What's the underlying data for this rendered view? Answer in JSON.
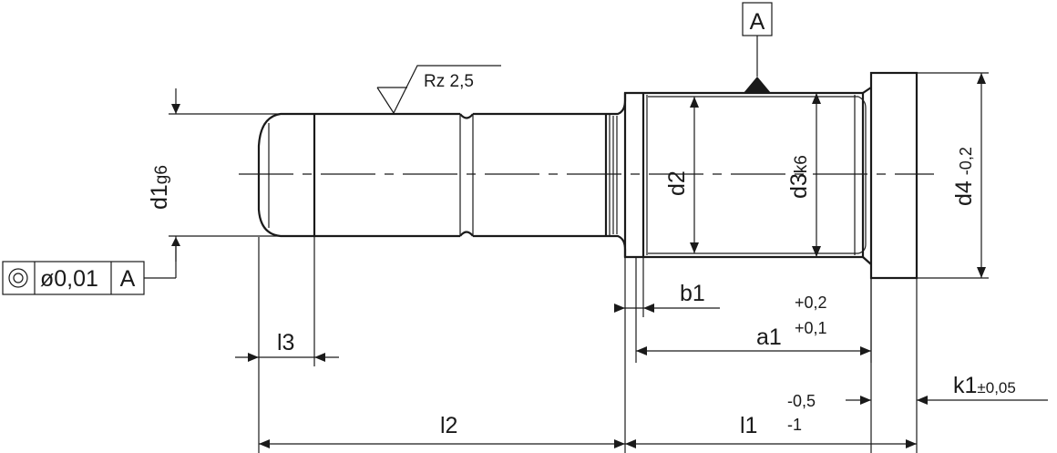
{
  "datum": {
    "label": "A"
  },
  "surface_finish": {
    "label": "Rz 2,5"
  },
  "tolerance_frame": {
    "symbol": "concentricity-icon",
    "value": "ø0,01",
    "datum": "A"
  },
  "dimensions": {
    "d1": {
      "label": "d1",
      "fit": "g6"
    },
    "d2": {
      "label": "d2"
    },
    "d3": {
      "label": "d3",
      "fit": "k6"
    },
    "d4": {
      "label": "d4",
      "tol": "-0,2"
    },
    "b1": {
      "label": "b1"
    },
    "a1": {
      "label": "a1",
      "tol_upper": "+0,2",
      "tol_lower": "+0,1"
    },
    "l3": {
      "label": "l3"
    },
    "l2": {
      "label": "l2"
    },
    "l1": {
      "label": "l1",
      "tol_upper": "-0,5",
      "tol_lower": "-1"
    },
    "k1": {
      "label": "k1",
      "tol": "±0,05"
    }
  }
}
